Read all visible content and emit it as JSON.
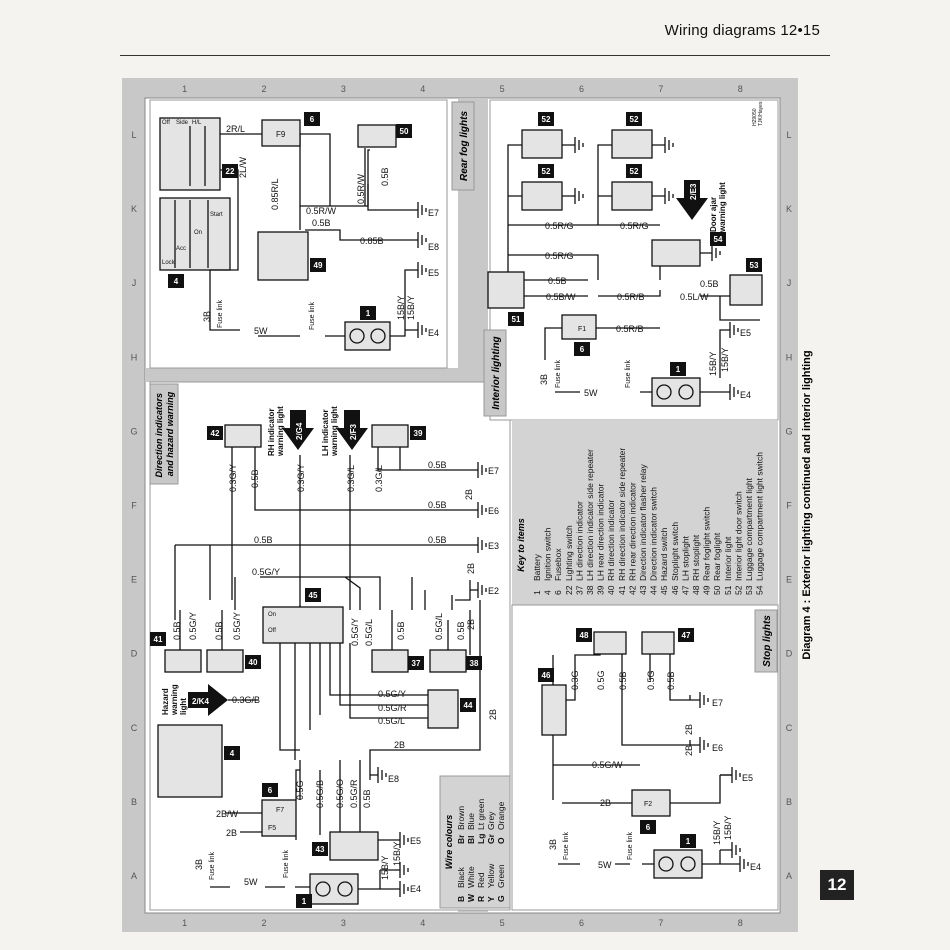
{
  "header": {
    "title": "Wiring diagrams 12•15",
    "page_tab": "12"
  },
  "grid": {
    "columns": [
      "A",
      "B",
      "C",
      "D",
      "E",
      "F",
      "G",
      "H",
      "J",
      "K",
      "L"
    ],
    "rows": [
      "1",
      "2",
      "3",
      "4",
      "5",
      "6",
      "7",
      "8"
    ]
  },
  "panels": {
    "rear_fog": "Rear fog lights",
    "direction": "Direction indicators\nand hazard warning",
    "interior": "Interior lighting",
    "stop": "Stop lights"
  },
  "caption": "Diagram 4 : Exterior lighting continued and interior lighting",
  "fog": {
    "sw_labels": [
      "Off",
      "Side",
      "H/L"
    ],
    "ign_labels": [
      "Lock",
      "Acc",
      "On",
      "Start"
    ],
    "w_2RL": "2R/L",
    "w_2LW": "2L/W",
    "w_085RL": "0.85R/L",
    "w_05RW_a": "0.5R/W",
    "w_05RW_b": "0.5R/W",
    "w_05B_a": "0.5B",
    "w_05B_b": "0.5B",
    "w_085B": "0.85B",
    "w_15BY_a": "15B/Y",
    "w_15BY_b": "15B/Y",
    "w_5W": "5W",
    "w_3B": "3B",
    "fuse_link_a": "Fuse\nlink",
    "fuse_link_b": "Fuse\nlink",
    "f9": "F9",
    "e4": "E4",
    "e5": "E5",
    "e7": "E7",
    "e8": "E8",
    "n1": "1",
    "n4": "4",
    "n6": "6",
    "n22": "22",
    "n49": "49",
    "n50": "50"
  },
  "direction": {
    "rh_lamp": "RH indicator\nwarning light",
    "lh_lamp": "LH indicator\nwarning light",
    "hazard_lamp": "Hazard\nwarning\nlight",
    "ref_2G4": "2/G4",
    "ref_2F3": "2/F3",
    "ref_2K4": "2/K4",
    "w_03GY_a": "0.3G/Y",
    "w_05B_a": "0.5B",
    "w_03GY_b": "0.3G/Y",
    "w_03GL_a": "0.3G/L",
    "w_03GL_b": "0.3G/L",
    "w_05B_b": "0.5B",
    "w_05B_c": "0.5B",
    "w_05B_d": "0.5B",
    "w_05B_e": "0.5B",
    "w_05B_f": "0.5B",
    "w_05GY_a": "0.5G/Y",
    "w_05GY_b": "0.5G/Y",
    "w_05GY_c": "0.5G/Y",
    "w_05GY_d": "0.5G/Y",
    "w_05GL_a": "0.5G/L",
    "w_05GL_b": "0.5G/L",
    "w_05GL_c": "0.5G/L",
    "w_05GR": "0.5G/R",
    "w_03GB": "0.3G/B",
    "w_2B_a": "2B",
    "w_2B_b": "2B",
    "w_2B_c": "2B",
    "w_2B_d": "2B",
    "w_2B_e": "2B",
    "w_2BW": "2B/W",
    "w_05G": "0.5G",
    "w_05GB": "0.5G/B",
    "w_05GO": "0.5G/O",
    "w_05GR2": "0.5G/R",
    "w_05B_g": "0.5B",
    "w_05B_h": "0.5B",
    "w_05B_i": "0.5B",
    "w_05B_j": "0.5B",
    "w_15BY_a": "15B/Y",
    "w_15BY_b": "15B/Y",
    "w_5W": "5W",
    "w_3B": "3B",
    "fuse_link_a": "Fuse\nlink",
    "fuse_link_b": "Fuse\nlink",
    "e2": "E2",
    "e3": "E3",
    "e4": "E4",
    "e5": "E5",
    "e6": "E6",
    "e7": "E7",
    "e8": "E8",
    "n1": "1",
    "n4": "4",
    "n6": "6",
    "n37": "37",
    "n38": "38",
    "n39": "39",
    "n40": "40",
    "n41": "41",
    "n42": "42",
    "n43": "43",
    "n44": "44",
    "n45": "45",
    "f7": "F7",
    "f5": "F5",
    "sw_on": "On",
    "sw_off": "Off"
  },
  "interior": {
    "w_05RG_a": "0.5R/G",
    "w_05RG_b": "0.5R/G",
    "w_05RG_c": "0.5R/G",
    "w_05B_a": "0.5B",
    "w_05BW": "0.5B/W",
    "w_05RB_a": "0.5R/B",
    "w_05RB_b": "0.5R/B",
    "w_05LW": "0.5L/W",
    "w_05B_b": "0.5B",
    "w_15BY_a": "15B/Y",
    "w_15BY_b": "15B/Y",
    "w_5W": "5W",
    "w_3B": "3B",
    "fuse_link_a": "Fuse\nlink",
    "fuse_link_b": "Fuse\nlink",
    "door_ajar": "Door ajar\nwarning light",
    "ref_2E3": "2/E3",
    "code": "H29050\nTJK/Hayes",
    "n1": "1",
    "n6": "6",
    "n51": "51",
    "n52a": "52",
    "n52b": "52",
    "n52c": "52",
    "n52d": "52",
    "n53": "53",
    "n54": "54",
    "f1": "F1",
    "e4": "E4",
    "e5": "E5"
  },
  "stop": {
    "w_03G": "0.3G",
    "w_05G_a": "0.5G",
    "w_05B_a": "0.5B",
    "w_05G_b": "0.5G",
    "w_05B_b": "0.5B",
    "w_2B_a": "2B",
    "w_2B_b": "2B",
    "w_05GW": "0.5G/W",
    "w_2B_c": "2B",
    "w_3B": "3B",
    "w_5W": "5W",
    "w_15BY_a": "15B/Y",
    "w_15BY_b": "15B/Y",
    "fuse_link_a": "Fuse\nlink",
    "fuse_link_b": "Fuse\nlink",
    "n1": "1",
    "n6": "6",
    "n46": "46",
    "n47": "47",
    "n48": "48",
    "f2": "F2",
    "e4": "E4",
    "e5": "E5",
    "e6": "E6",
    "e7": "E7"
  },
  "key_items": {
    "title": "Key to items",
    "items": [
      {
        "n": "1",
        "label": "Battery"
      },
      {
        "n": "4",
        "label": "Ignition switch"
      },
      {
        "n": "6",
        "label": "Fusebox"
      },
      {
        "n": "22",
        "label": "Lighting switch"
      },
      {
        "n": "37",
        "label": "LH direction indicator"
      },
      {
        "n": "38",
        "label": "LH direction indicator side repeater"
      },
      {
        "n": "39",
        "label": "LH rear direction indicator"
      },
      {
        "n": "40",
        "label": "RH direction indicator"
      },
      {
        "n": "41",
        "label": "RH direction indicator side repeater"
      },
      {
        "n": "42",
        "label": "RH rear direction indicator"
      },
      {
        "n": "43",
        "label": "Direction indicator flasher relay"
      },
      {
        "n": "44",
        "label": "Direction indicator switch"
      },
      {
        "n": "45",
        "label": "Hazard switch"
      },
      {
        "n": "46",
        "label": "Stoplight switch"
      },
      {
        "n": "47",
        "label": "LH stoplight"
      },
      {
        "n": "48",
        "label": "RH stoplight"
      },
      {
        "n": "49",
        "label": "Rear foglight switch"
      },
      {
        "n": "50",
        "label": "Rear foglight"
      },
      {
        "n": "51",
        "label": "Interior light"
      },
      {
        "n": "52",
        "label": "Interior light door switch"
      },
      {
        "n": "53",
        "label": "Luggage compartment light"
      },
      {
        "n": "54",
        "label": "Luggage compartment light switch"
      }
    ]
  },
  "wire_colours": {
    "title": "Wire colours",
    "items": [
      {
        "code": "B",
        "name": "Black"
      },
      {
        "code": "W",
        "name": "White"
      },
      {
        "code": "R",
        "name": "Red"
      },
      {
        "code": "Y",
        "name": "Yellow"
      },
      {
        "code": "G",
        "name": "Green"
      },
      {
        "code": "Br",
        "name": "Brown"
      },
      {
        "code": "Bl",
        "name": "Blue"
      },
      {
        "code": "Lg",
        "name": "Lt green"
      },
      {
        "code": "Gr",
        "name": "Grey"
      },
      {
        "code": "O",
        "name": "Orange"
      }
    ]
  }
}
